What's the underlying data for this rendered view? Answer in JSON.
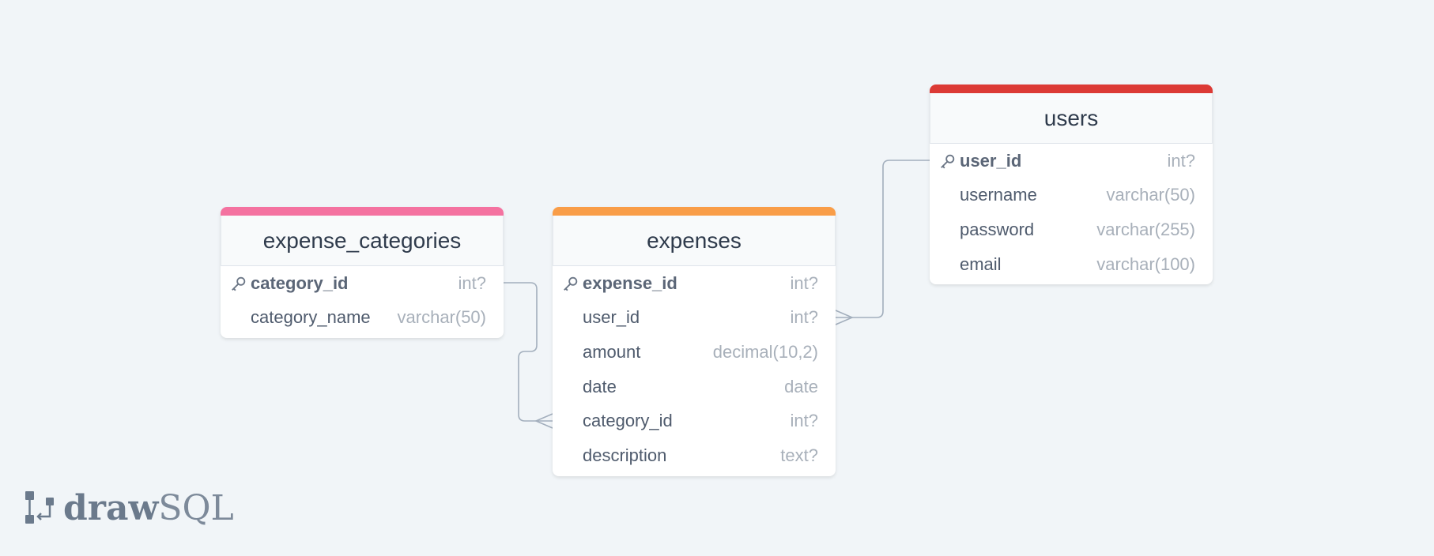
{
  "tables": [
    {
      "id": "expense_categories",
      "name": "expense_categories",
      "accent": "#f472a0",
      "columns": [
        {
          "name": "category_id",
          "type": "int?",
          "pk": true
        },
        {
          "name": "category_name",
          "type": "varchar(50)",
          "pk": false
        }
      ]
    },
    {
      "id": "expenses",
      "name": "expenses",
      "accent": "#f99d48",
      "columns": [
        {
          "name": "expense_id",
          "type": "int?",
          "pk": true
        },
        {
          "name": "user_id",
          "type": "int?",
          "pk": false
        },
        {
          "name": "amount",
          "type": "decimal(10,2)",
          "pk": false
        },
        {
          "name": "date",
          "type": "date",
          "pk": false
        },
        {
          "name": "category_id",
          "type": "int?",
          "pk": false
        },
        {
          "name": "description",
          "type": "text?",
          "pk": false
        }
      ]
    },
    {
      "id": "users",
      "name": "users",
      "accent": "#dc3a35",
      "columns": [
        {
          "name": "user_id",
          "type": "int?",
          "pk": true
        },
        {
          "name": "username",
          "type": "varchar(50)",
          "pk": false
        },
        {
          "name": "password",
          "type": "varchar(255)",
          "pk": false
        },
        {
          "name": "email",
          "type": "varchar(100)",
          "pk": false
        }
      ]
    }
  ],
  "relationships": [
    {
      "from_table": "expense_categories",
      "from_column": "category_id",
      "to_table": "expenses",
      "to_column": "category_id",
      "cardinality": "one-to-many"
    },
    {
      "from_table": "users",
      "from_column": "user_id",
      "to_table": "expenses",
      "to_column": "user_id",
      "cardinality": "one-to-many"
    }
  ],
  "logo": {
    "bold": "draw",
    "light": "SQL"
  },
  "colors": {
    "connector": "#a3afbd",
    "background": "#f1f5f8"
  }
}
